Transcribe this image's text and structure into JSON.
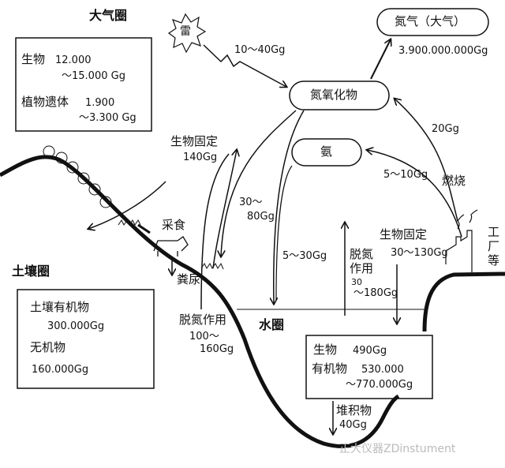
{
  "atmosphere": {
    "title": "大气圈",
    "box": {
      "bio_label": "生物",
      "bio_value": "12.000",
      "bio_value2": "～15.000 Gg",
      "litter_label": "植物遗体",
      "litter_value": "1.900",
      "litter_value2": "～3.300 Gg"
    }
  },
  "lightning": {
    "label": "雷",
    "flux": "10～40Gg"
  },
  "nitrogen_gas": {
    "label": "氮气（大气）",
    "value": "3.900.000.000Gg"
  },
  "nitrogen_oxides": {
    "label": "氮氧化物"
  },
  "ammonia": {
    "label": "氨"
  },
  "combustion": {
    "label": "燃烧",
    "flux_nox": "20Gg",
    "flux_nh3": "5～10Gg"
  },
  "factory": {
    "label": "工厂等"
  },
  "land_fixation": {
    "label": "生物固定",
    "value": "140Gg"
  },
  "grazing": {
    "label": "采食"
  },
  "excreta": {
    "label": "粪尿"
  },
  "soil": {
    "title": "土壤圈",
    "box": {
      "organic_label": "土壤有机物",
      "organic_value": "300.000Gg",
      "inorganic_label": "无机物",
      "inorganic_value": "160.000Gg"
    }
  },
  "deposition_nox": {
    "value1": "30～",
    "value2": "80Gg"
  },
  "deposition_nh3": {
    "value": "5～30Gg"
  },
  "land_denitrification": {
    "label": "脱氮作用",
    "value1": "100～",
    "value2": "160Gg"
  },
  "hydrosphere": {
    "title": "水圈",
    "box": {
      "bio_label": "生物",
      "bio_value": "490Gg",
      "organic_label": "有机物",
      "organic_value": "530.000",
      "organic_value2": "～770.000Gg"
    }
  },
  "water_denitrification": {
    "label1": "脱氮",
    "label2": "作用",
    "value1": "30",
    "value2": "～180Gg"
  },
  "water_fixation": {
    "label": "生物固定",
    "value": "30～130Gg"
  },
  "sediment": {
    "label": "堆积物",
    "value": "40Gg"
  },
  "watermark": {
    "text": "正大仪器ZDinstument"
  }
}
